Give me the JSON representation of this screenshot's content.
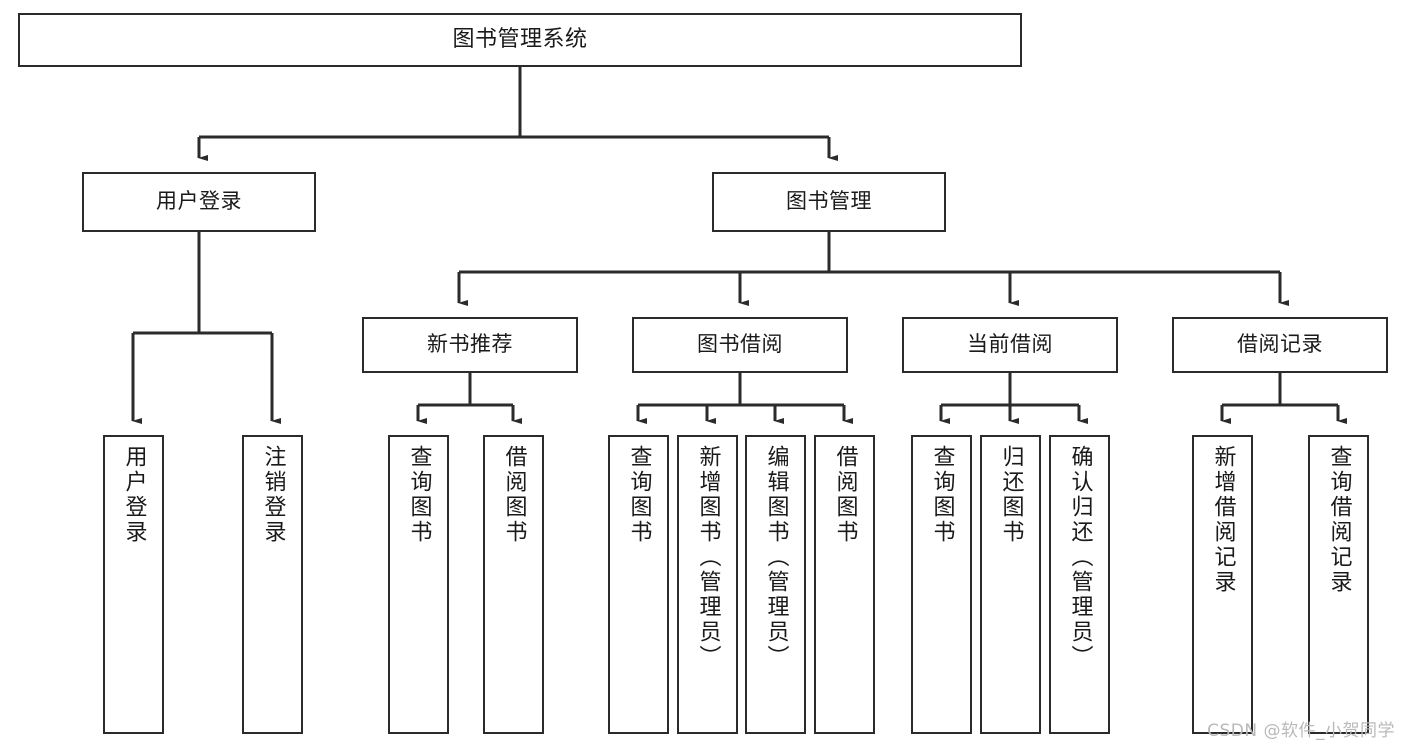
{
  "diagram": {
    "type": "tree-hierarchy",
    "title": "图书管理系统",
    "watermark": "CSDN @软件_小贺同学",
    "colors": {
      "box_border": "#2b2b2b",
      "box_fill": "#ffffff",
      "connector": "#2b2b2b",
      "text": "#1a1a1a",
      "watermark": "#b9b9b9"
    },
    "nodes": {
      "root": {
        "label": "图书管理系统"
      },
      "level2": [
        {
          "label": "用户登录"
        },
        {
          "label": "图书管理"
        }
      ],
      "level3": [
        {
          "label": "新书推荐"
        },
        {
          "label": "图书借阅"
        },
        {
          "label": "当前借阅"
        },
        {
          "label": "借阅记录"
        }
      ],
      "leaves": {
        "user_login": [
          {
            "label": "用户登录"
          },
          {
            "label": "注销登录"
          }
        ],
        "new_book_recommend": [
          {
            "label": "查询图书"
          },
          {
            "label": "借阅图书"
          }
        ],
        "book_borrow": [
          {
            "label": "查询图书"
          },
          {
            "label": "新增图书（管理员）"
          },
          {
            "label": "编辑图书（管理员）"
          },
          {
            "label": "借阅图书"
          }
        ],
        "current_borrow": [
          {
            "label": "查询图书"
          },
          {
            "label": "归还图书"
          },
          {
            "label": "确认归还（管理员）"
          }
        ],
        "borrow_record": [
          {
            "label": "新增借阅记录"
          },
          {
            "label": "查询借阅记录"
          }
        ]
      }
    }
  }
}
